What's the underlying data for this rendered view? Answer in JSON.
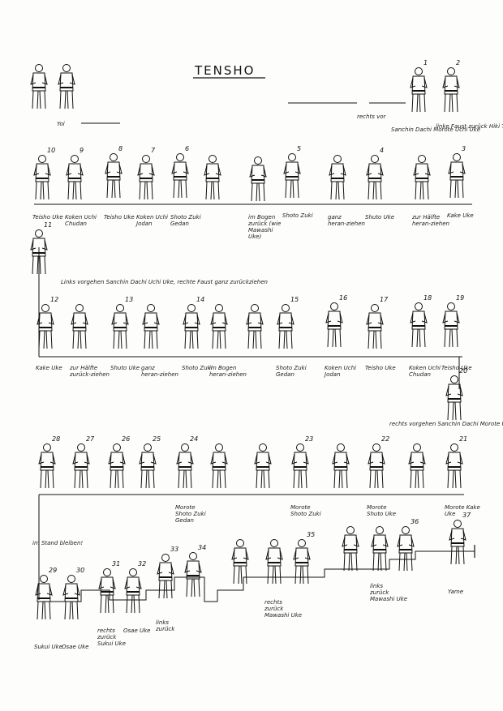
{
  "title": "TENSHO",
  "start": {
    "label": "Yoi"
  },
  "stances": [
    {
      "id": "yoi-a",
      "label": ""
    },
    {
      "id": "yoi-b",
      "label": ""
    },
    {
      "num": "1",
      "label": ""
    },
    {
      "num": "2",
      "label": ""
    },
    {
      "num": "3",
      "label": "Kake Uke"
    },
    {
      "num": "",
      "label": "zur Hälfte heran-ziehen"
    },
    {
      "num": "4",
      "label": "Shuto Uke"
    },
    {
      "num": "",
      "label": "ganz heran-ziehen"
    },
    {
      "num": "5",
      "label": "Shoto Zuki"
    },
    {
      "num": "",
      "label": "im Bogen zurück (wie Mawashi Uke)"
    },
    {
      "num": "",
      "label": ""
    },
    {
      "num": "6",
      "label": "Shoto Zuki Gedan"
    },
    {
      "num": "7",
      "label": "Koken Uchi Jodan"
    },
    {
      "num": "8",
      "label": "Teisho Uke"
    },
    {
      "num": "9",
      "label": "Koken Uchi Chudan"
    },
    {
      "num": "10",
      "label": "Teisho Uke"
    },
    {
      "num": "11",
      "label": ""
    },
    {
      "num": "12",
      "label": "Kake Uke"
    },
    {
      "num": "",
      "label": "zur Hälfte zurück-ziehen"
    },
    {
      "num": "13",
      "label": "Shuto Uke"
    },
    {
      "num": "",
      "label": "ganz heran-ziehen"
    },
    {
      "num": "14",
      "label": "Shoto Zuki"
    },
    {
      "num": "",
      "label": "im Bogen heran-ziehen"
    },
    {
      "num": "",
      "label": ""
    },
    {
      "num": "15",
      "label": "Shoto Zuki Gedan"
    },
    {
      "num": "16",
      "label": "Koken Uchi Jodan"
    },
    {
      "num": "17",
      "label": "Teisho Uke"
    },
    {
      "num": "18",
      "label": "Koken Uchi Chudan"
    },
    {
      "num": "19",
      "label": "Teisho Uke"
    },
    {
      "num": "20",
      "label": ""
    },
    {
      "num": "21",
      "label": "Morote Kake Uke"
    },
    {
      "num": "",
      "label": ""
    },
    {
      "num": "22",
      "label": "Morote Shuto Uke"
    },
    {
      "num": "",
      "label": ""
    },
    {
      "num": "23",
      "label": "Morote Shoto Zuki"
    },
    {
      "num": "",
      "label": ""
    },
    {
      "num": "",
      "label": ""
    },
    {
      "num": "24",
      "label": "Morote Shoto Zuki Gedan"
    },
    {
      "num": "25",
      "label": ""
    },
    {
      "num": "26",
      "label": ""
    },
    {
      "num": "27",
      "label": ""
    },
    {
      "num": "28",
      "label": ""
    },
    {
      "num": "29",
      "label": "Sukui Uke"
    },
    {
      "num": "30",
      "label": "Osae Uke"
    },
    {
      "num": "31",
      "label": "rechts zurück Sukui Uke"
    },
    {
      "num": "32",
      "label": "Osae Uke"
    },
    {
      "num": "33",
      "label": "links zurück"
    },
    {
      "num": "34",
      "label": ""
    },
    {
      "num": "",
      "label": ""
    },
    {
      "num": "",
      "label": "rechts zurück Mawashi Uke"
    },
    {
      "num": "35",
      "label": ""
    },
    {
      "num": "",
      "label": ""
    },
    {
      "num": "",
      "label": "links zurück Mawashi Uke"
    },
    {
      "num": "36",
      "label": ""
    },
    {
      "num": "37",
      "label": "Yame"
    }
  ],
  "notes": {
    "rechts_vor": "rechts vor",
    "sanchin_1": "Sanchin Dachi Morote Uchi Uke",
    "linke_faust": "linke Faust zurück Hiki Te",
    "links_vorgehen": "Links vorgehen Sanchin Dachi Uchi Uke, rechte Faust ganz zurückziehen",
    "rechts_vorgehen": "rechts vorgehen Sanchin Dachi Morote Uchi Uke",
    "im_stand": "im Stand bleiben!",
    "yame": "Yame"
  }
}
